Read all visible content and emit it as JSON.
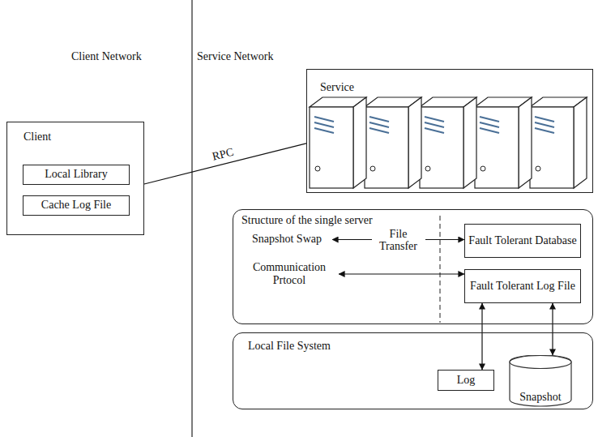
{
  "diagram": {
    "nodes": [
      {
        "text": [
          "Client"
        ]
      },
      {
        "text": [
          "Local Library"
        ],
        "in": 0
      },
      {
        "text": [
          "Cache Log File"
        ],
        "in": 0
      },
      {
        "text": [
          "Service"
        ]
      },
      {
        "text": [
          "Structure of the single server"
        ]
      },
      {
        "text": [
          "Snapshot Swap"
        ],
        "in": 4
      },
      {
        "text": [
          "Fault Tolerant Database"
        ],
        "in": 4
      },
      {
        "text": [
          "Communication Prtocol"
        ],
        "in": 4
      },
      {
        "text": [
          "Fault Tolerant Log File"
        ],
        "in": 4
      },
      {
        "text": [
          "Local File System"
        ]
      },
      {
        "text": [
          "Log"
        ],
        "in": 9
      },
      {
        "text": [
          "Snapshot"
        ],
        "in": 9
      }
    ],
    "edges": [
      {
        "from": 0,
        "to": 3,
        "label": "RPC",
        "arrow": "none"
      },
      {
        "from": 5,
        "to": 6,
        "label": "File Transfer",
        "arrow": "both"
      },
      {
        "from": 7,
        "to": 8,
        "arrow": "both"
      },
      {
        "from": 8,
        "to": 10,
        "arrow": "both"
      },
      {
        "from": 8,
        "to": 11,
        "arrow": "both"
      }
    ],
    "labels": [
      "Client Network",
      "Service Network"
    ]
  }
}
